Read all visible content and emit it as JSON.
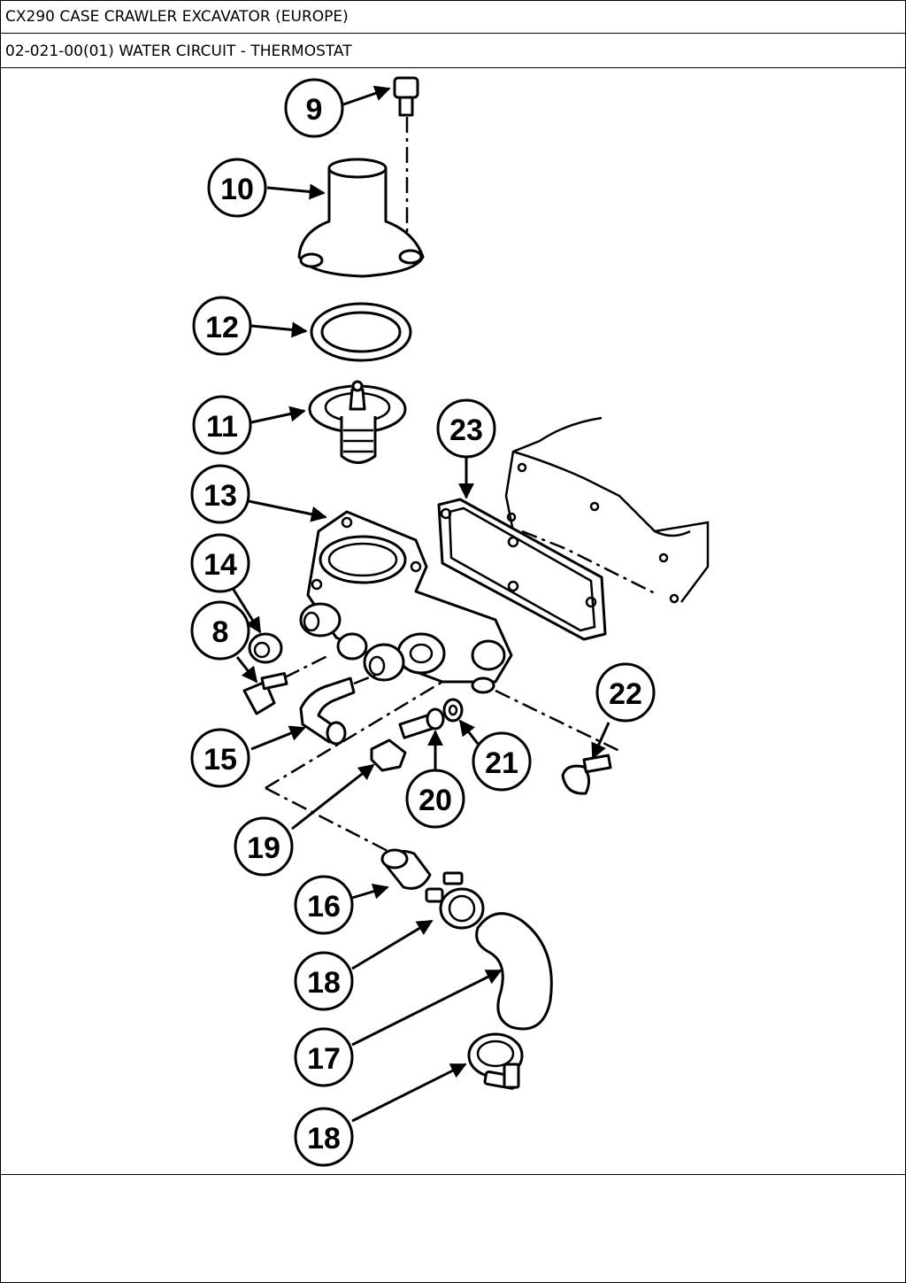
{
  "header": {
    "model": "CX290 CASE CRAWLER EXCAVATOR (EUROPE)",
    "section": "02-021-00(01) WATER CIRCUIT - THERMOSTAT"
  },
  "callouts": [
    {
      "id": "c9",
      "label": "9"
    },
    {
      "id": "c10",
      "label": "10"
    },
    {
      "id": "c12",
      "label": "12"
    },
    {
      "id": "c11",
      "label": "11"
    },
    {
      "id": "c23",
      "label": "23"
    },
    {
      "id": "c13",
      "label": "13"
    },
    {
      "id": "c14",
      "label": "14"
    },
    {
      "id": "c8",
      "label": "8"
    },
    {
      "id": "c22",
      "label": "22"
    },
    {
      "id": "c15",
      "label": "15"
    },
    {
      "id": "c21",
      "label": "21"
    },
    {
      "id": "c20",
      "label": "20"
    },
    {
      "id": "c19",
      "label": "19"
    },
    {
      "id": "c16",
      "label": "16"
    },
    {
      "id": "c18a",
      "label": "18"
    },
    {
      "id": "c17",
      "label": "17"
    },
    {
      "id": "c18b",
      "label": "18"
    }
  ]
}
